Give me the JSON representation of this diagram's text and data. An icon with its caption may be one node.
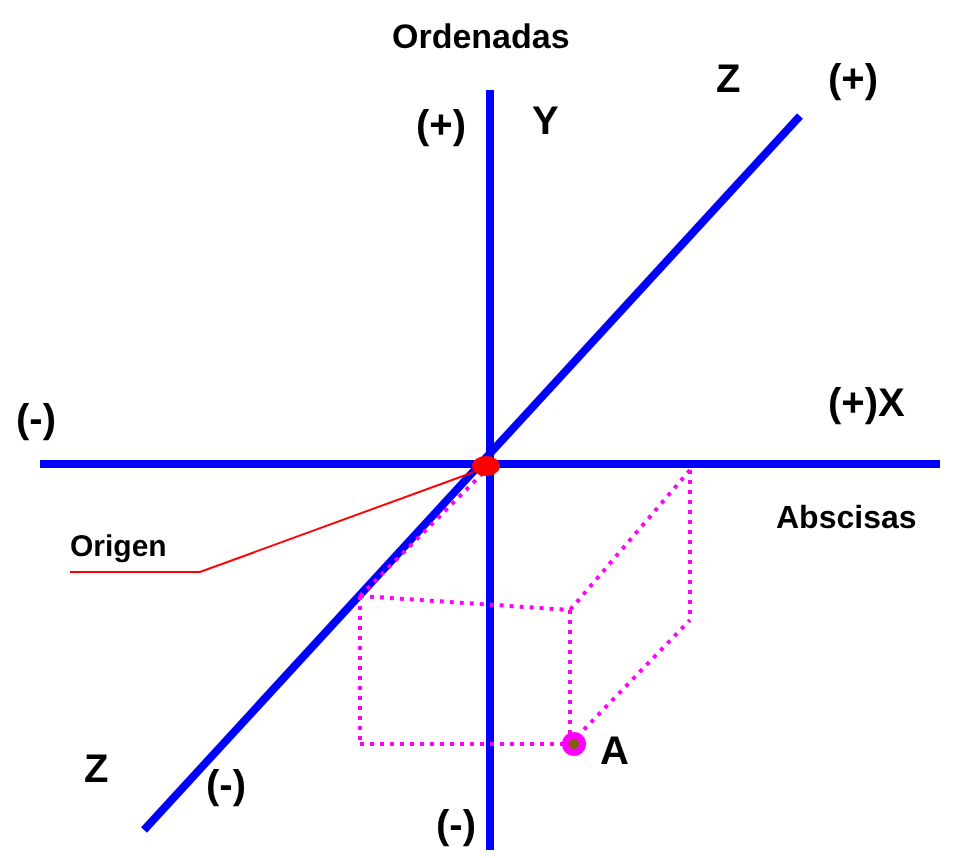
{
  "diagram": {
    "nodes": [
      {
        "text": [
          "Origen"
        ]
      },
      {
        "text": [],
        "shape": "circle"
      }
    ],
    "edges": [
      {
        "from": 0,
        "to": 1,
        "arrow": "none"
      }
    ],
    "labels": [
      "Ordenadas",
      "Z",
      "(+)",
      "(+)",
      "Y",
      "(-)",
      "(+)X",
      "Abscisas",
      "Z",
      "(-)",
      "A",
      "(-)"
    ]
  }
}
